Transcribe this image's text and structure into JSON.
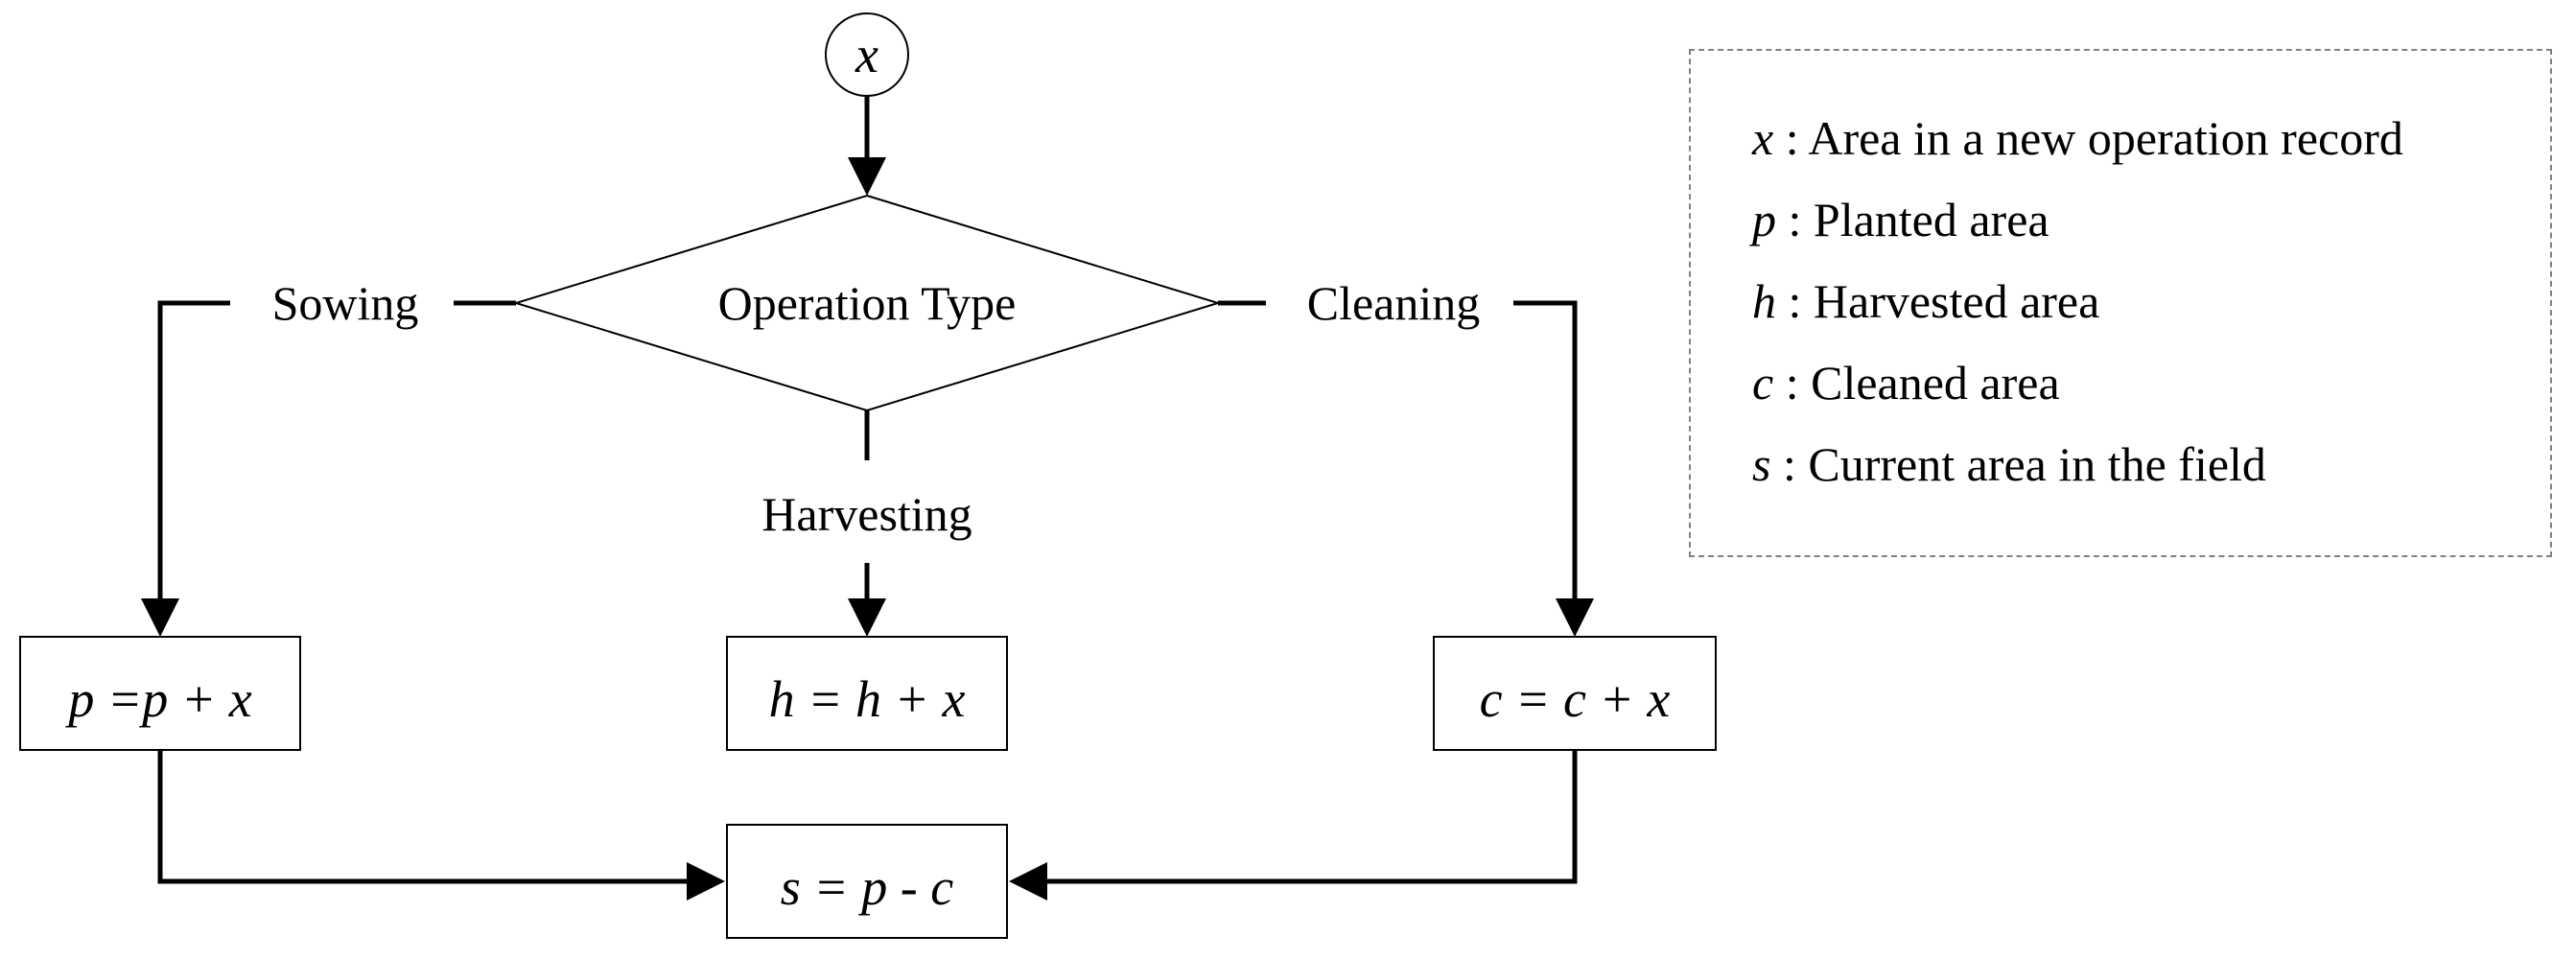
{
  "flowchart": {
    "start": {
      "symbol": "x"
    },
    "decision": {
      "label": "Operation Type"
    },
    "branches": {
      "sowing": "Sowing",
      "harvesting": "Harvesting",
      "cleaning": "Cleaning"
    },
    "processes": {
      "planted": "p =p + x",
      "harvested": "h = h + x",
      "cleaned": "c = c + x",
      "current": "s = p - c"
    }
  },
  "legend": {
    "items": [
      {
        "symbol": "x",
        "text": " : Area in a new operation record"
      },
      {
        "symbol": "p",
        "text": " : Planted area"
      },
      {
        "symbol": "h",
        "text": " : Harvested area"
      },
      {
        "symbol": "c",
        "text": " : Cleaned area"
      },
      {
        "symbol": "s",
        "text": " : Current area in the field"
      }
    ]
  }
}
